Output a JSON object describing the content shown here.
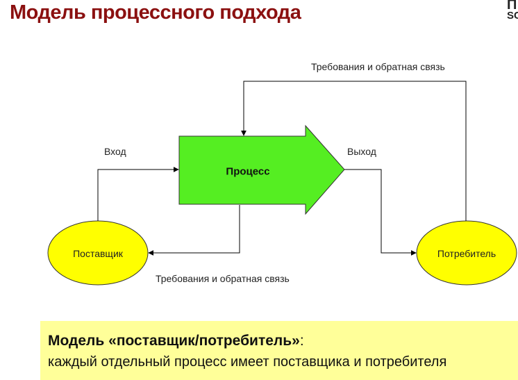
{
  "title": "Модель процессного подхода",
  "corner_logo": {
    "line1": "П",
    "line2": "SC"
  },
  "diagram": {
    "process_label": "Процесс",
    "supplier_label": "Поставщик",
    "consumer_label": "Потребитель",
    "input_label": "Вход",
    "output_label": "Выход",
    "feedback_top_label": "Требования и обратная связь",
    "feedback_bottom_label": "Требования и обратная связь",
    "colors": {
      "process_fill": "#55ee22",
      "ellipse_fill": "#ffff00",
      "title_color": "#8b1010",
      "summary_bg": "#ffff99"
    }
  },
  "summary": {
    "bold_text": "Модель «поставщик/потребитель»",
    "colon": ":",
    "body_text": "каждый отдельный процесс имеет поставщика и потребителя"
  }
}
